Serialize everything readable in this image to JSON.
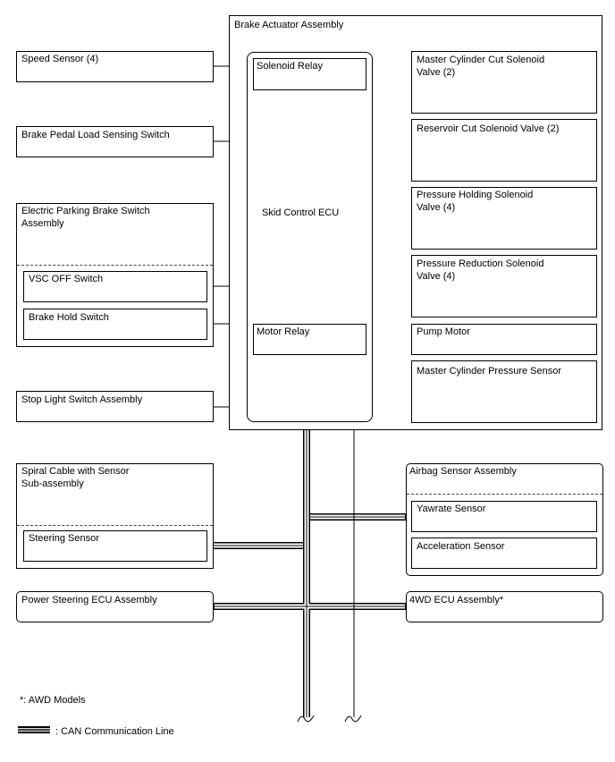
{
  "actuator": {
    "title": "Brake Actuator Assembly",
    "ecu_label": "Skid Control ECU",
    "solenoid_relay": "Solenoid Relay",
    "motor_relay": "Motor Relay"
  },
  "inputs": {
    "speed_sensor": "Speed Sensor (4)",
    "brake_pedal_switch": "Brake Pedal Load Sensing Switch",
    "epb_assembly": "Electric Parking Brake Switch\nAssembly",
    "vsc_off_switch": "VSC OFF Switch",
    "brake_hold_switch": "Brake Hold Switch",
    "stop_light_switch": "Stop Light Switch Assembly"
  },
  "outputs": {
    "master_cut_valve": "Master Cylinder Cut Solenoid\nValve (2)",
    "reservoir_cut_valve": "Reservoir Cut Solenoid Valve (2)",
    "pressure_holding_valve": "Pressure Holding Solenoid\nValve (4)",
    "pressure_reduction_valve": "Pressure Reduction Solenoid\nValve (4)",
    "pump_motor": "Pump Motor",
    "master_pressure_sensor": "Master Cylinder Pressure Sensor"
  },
  "can_nodes": {
    "spiral_cable": "Spiral Cable with Sensor\nSub-assembly",
    "steering_sensor": "Steering Sensor",
    "airbag_assembly": "Airbag Sensor Assembly",
    "yawrate_sensor": "Yawrate Sensor",
    "acceleration_sensor": "Acceleration Sensor",
    "power_steering_ecu": "Power Steering ECU Assembly",
    "awd_ecu": "4WD ECU Assembly*"
  },
  "legend": {
    "note": "*: AWD Models",
    "can_line": ": CAN Communication Line"
  }
}
